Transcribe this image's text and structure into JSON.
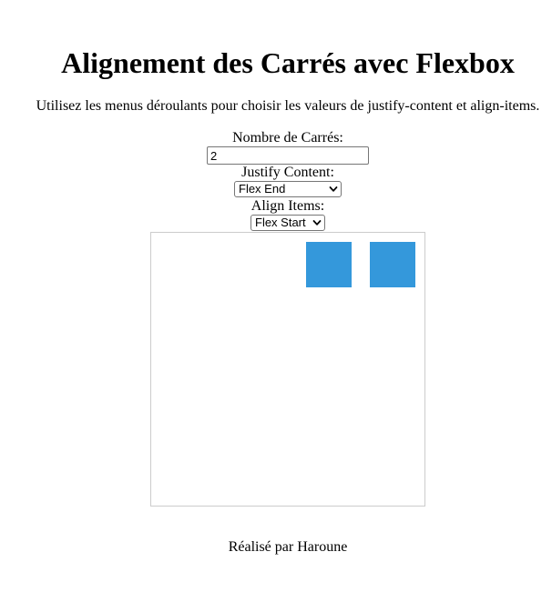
{
  "page": {
    "title": "Alignement des Carrés avec Flexbox",
    "instructions": "Utilisez les menus déroulants pour choisir les valeurs de justify-content et align-items."
  },
  "controls": {
    "count_label": "Nombre de Carrés:",
    "count_value": "2",
    "justify_label": "Justify Content:",
    "justify_value": "Flex End",
    "align_label": "Align Items:",
    "align_value": "Flex Start"
  },
  "squares": {
    "count": 2,
    "color": "#3498db"
  },
  "footer": {
    "credit": "Réalisé par Haroune"
  }
}
